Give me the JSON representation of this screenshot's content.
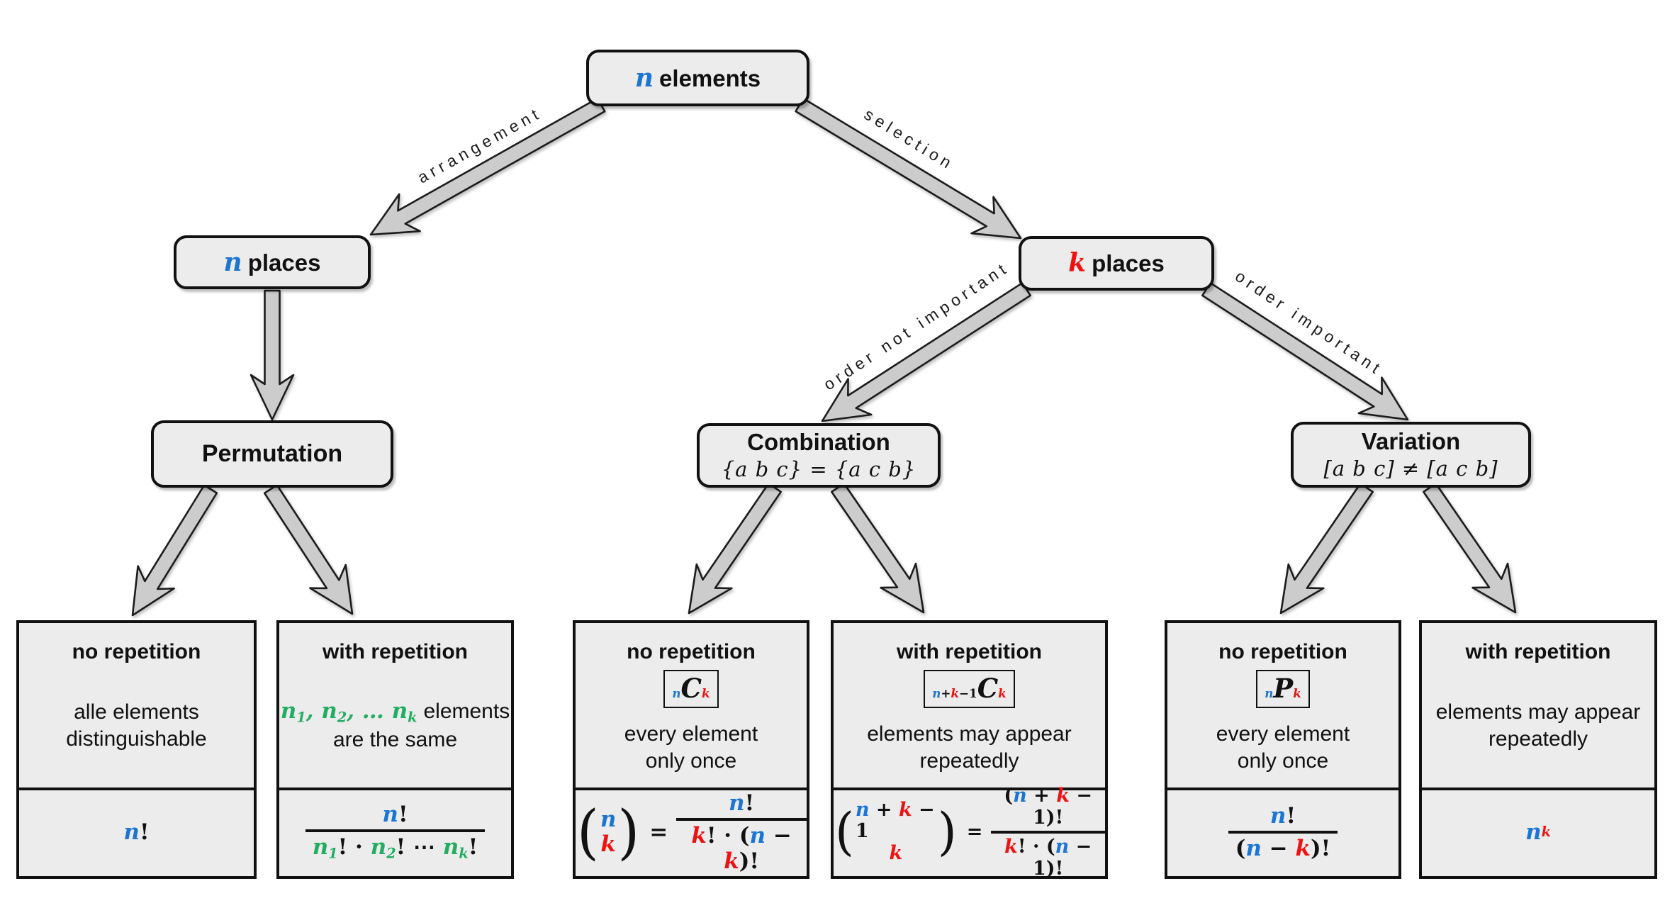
{
  "palette": {
    "blue": "#1b75d1",
    "red": "#ee1212",
    "green": "#21ae60",
    "box_fill": "#ececec",
    "arrow_fill": "#cccccc",
    "border": "#111111"
  },
  "tokens": {
    "lp": "(",
    "rp": ")",
    "eq": "="
  },
  "nodes": {
    "root": {
      "var": "n",
      "label": "elements"
    },
    "n_places": {
      "var": "n",
      "label": "places"
    },
    "k_places": {
      "var": "k",
      "label": "places"
    },
    "permutation": {
      "title": "Permutation"
    },
    "combination": {
      "title": "Combination",
      "subtitle": "{a b c} = {a c b}"
    },
    "variation": {
      "title": "Variation",
      "subtitle": "[a b c] ≠ [a c b]"
    }
  },
  "edges": {
    "arrangement": "arrangement",
    "selection": "selection",
    "order_not_important": "order not important",
    "order_important": "order important"
  },
  "leaves": [
    {
      "title": "no repetition",
      "desc": [
        "alle elements",
        "distinguishable"
      ],
      "formula": [
        {
          "t": "n",
          "c": "b"
        },
        {
          "t": "!",
          "c": "o"
        }
      ]
    },
    {
      "title": "with repetition",
      "desc_math": [
        {
          "t": "n",
          "c": "g"
        },
        {
          "t": "1",
          "c": "g sub"
        },
        {
          "t": ", ",
          "c": "g"
        },
        {
          "t": "n",
          "c": "g"
        },
        {
          "t": "2",
          "c": "g sub"
        },
        {
          "t": ", … ",
          "c": "g"
        },
        {
          "t": "n",
          "c": "g"
        },
        {
          "t": "k",
          "c": "g sub"
        }
      ],
      "desc_tail": "elements",
      "desc2": "are the same",
      "frac": {
        "num": [
          {
            "t": "n",
            "c": "b"
          },
          {
            "t": "!",
            "c": "o"
          }
        ],
        "den": [
          {
            "t": "n",
            "c": "g"
          },
          {
            "t": "1",
            "c": "g sub"
          },
          {
            "t": "! · ",
            "c": "o"
          },
          {
            "t": "n",
            "c": "g"
          },
          {
            "t": "2",
            "c": "g sub"
          },
          {
            "t": "! ⋯ ",
            "c": "o"
          },
          {
            "t": "n",
            "c": "g"
          },
          {
            "t": "k",
            "c": "g sub"
          },
          {
            "t": "!",
            "c": "o"
          }
        ]
      }
    },
    {
      "title": "no repetition",
      "badge": [
        {
          "t": "n",
          "c": "b sub"
        },
        {
          "t": "C",
          "c": "i big"
        },
        {
          "t": "k",
          "c": "r sub"
        }
      ],
      "desc": [
        "every element",
        "only once"
      ],
      "binom": {
        "top": [
          {
            "t": "n",
            "c": "b"
          }
        ],
        "bot": [
          {
            "t": "k",
            "c": "r"
          }
        ]
      },
      "frac": {
        "num": [
          {
            "t": "n",
            "c": "b"
          },
          {
            "t": "!",
            "c": "o"
          }
        ],
        "den": [
          {
            "t": "k",
            "c": "r"
          },
          {
            "t": "! · (",
            "c": "o"
          },
          {
            "t": "n",
            "c": "b"
          },
          {
            "t": " − ",
            "c": "o"
          },
          {
            "t": "k",
            "c": "r"
          },
          {
            "t": ")!",
            "c": "o"
          }
        ]
      }
    },
    {
      "title": "with repetition",
      "badge": [
        {
          "t": "n",
          "c": "b sub"
        },
        {
          "t": "+",
          "c": "o sub"
        },
        {
          "t": "k",
          "c": "r sub"
        },
        {
          "t": "−1",
          "c": "o sub"
        },
        {
          "t": "C",
          "c": "i big"
        },
        {
          "t": "k",
          "c": "r sub"
        }
      ],
      "desc": [
        "elements may appear",
        "repeatedly"
      ],
      "binom": {
        "top": [
          {
            "t": "n",
            "c": "b"
          },
          {
            "t": " + ",
            "c": "o"
          },
          {
            "t": "k",
            "c": "r"
          },
          {
            "t": " − 1",
            "c": "o"
          }
        ],
        "bot": [
          {
            "t": "k",
            "c": "r"
          }
        ]
      },
      "frac": {
        "num": [
          {
            "t": "(",
            "c": "o"
          },
          {
            "t": "n",
            "c": "b"
          },
          {
            "t": " + ",
            "c": "o"
          },
          {
            "t": "k",
            "c": "r"
          },
          {
            "t": " − 1)!",
            "c": "o"
          }
        ],
        "den": [
          {
            "t": "k",
            "c": "r"
          },
          {
            "t": "! · (",
            "c": "o"
          },
          {
            "t": "n",
            "c": "b"
          },
          {
            "t": " − 1)!",
            "c": "o"
          }
        ]
      }
    },
    {
      "title": "no repetition",
      "badge": [
        {
          "t": "n",
          "c": "b sub"
        },
        {
          "t": "P",
          "c": "i big"
        },
        {
          "t": "k",
          "c": "r sub"
        }
      ],
      "desc": [
        "every element",
        "only once"
      ],
      "frac": {
        "num": [
          {
            "t": "n",
            "c": "b"
          },
          {
            "t": "!",
            "c": "o"
          }
        ],
        "den": [
          {
            "t": "(",
            "c": "o"
          },
          {
            "t": "n",
            "c": "b"
          },
          {
            "t": " − ",
            "c": "o"
          },
          {
            "t": "k",
            "c": "r"
          },
          {
            "t": ")!",
            "c": "o"
          }
        ]
      }
    },
    {
      "title": "with repetition",
      "desc": [
        "elements may appear",
        "repeatedly"
      ],
      "formula": [
        {
          "t": "n",
          "c": "b"
        },
        {
          "t": "k",
          "c": "r sup"
        }
      ]
    }
  ]
}
